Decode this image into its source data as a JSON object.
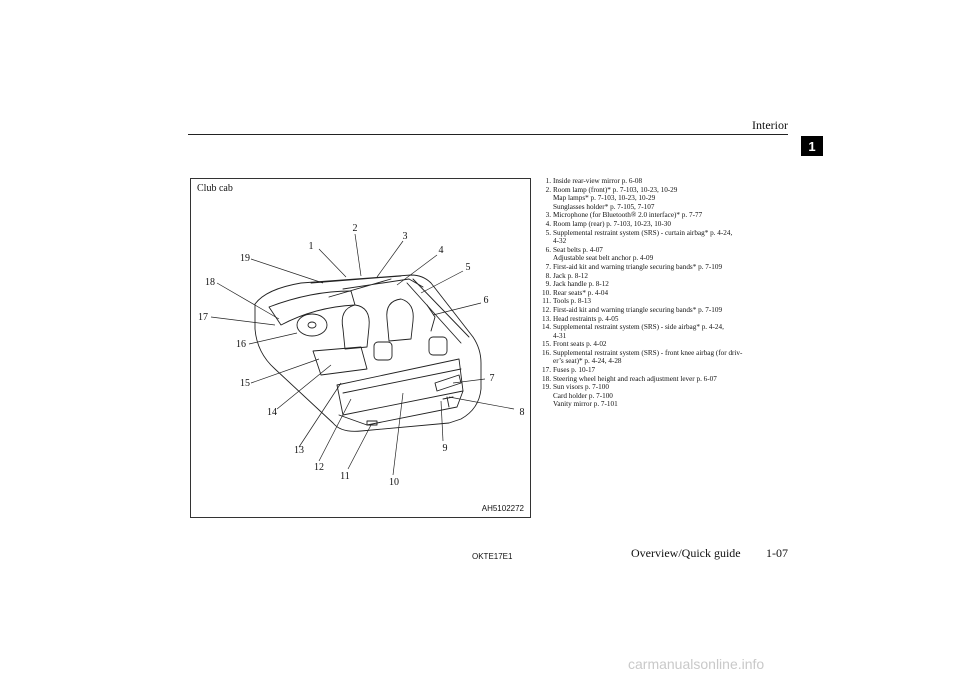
{
  "header": {
    "title": "Interior",
    "chapter_tab": "1"
  },
  "figure": {
    "title": "Club cab",
    "code": "AH5102272",
    "callouts": [
      "1",
      "2",
      "3",
      "4",
      "5",
      "6",
      "7",
      "8",
      "9",
      "10",
      "11",
      "12",
      "13",
      "14",
      "15",
      "16",
      "17",
      "18",
      "19"
    ]
  },
  "legend": {
    "items": [
      {
        "num": "1.",
        "lines": [
          "Inside rear-view mirror p. 6-08"
        ]
      },
      {
        "num": "2.",
        "lines": [
          "Room lamp (front)* p. 7-103, 10-23, 10-29",
          "Map lamps* p. 7-103, 10-23, 10-29",
          "Sunglasses holder* p. 7-105, 7-107"
        ]
      },
      {
        "num": "3.",
        "lines": [
          "Microphone (for Bluetooth® 2.0 interface)* p. 7-77"
        ]
      },
      {
        "num": "4.",
        "lines": [
          "Room lamp (rear) p. 7-103, 10-23, 10-30"
        ]
      },
      {
        "num": "5.",
        "lines": [
          "Supplemental restraint system (SRS) - curtain airbag* p. 4-24,",
          "4-32"
        ]
      },
      {
        "num": "6.",
        "lines": [
          "Seat belts p. 4-07",
          "Adjustable seat belt anchor p. 4-09"
        ]
      },
      {
        "num": "7.",
        "lines": [
          "First-aid kit and warning triangle securing bands* p. 7-109"
        ]
      },
      {
        "num": "8.",
        "lines": [
          "Jack p. 8-12"
        ]
      },
      {
        "num": "9.",
        "lines": [
          "Jack handle p. 8-12"
        ]
      },
      {
        "num": "10.",
        "lines": [
          "Rear seats* p. 4-04"
        ]
      },
      {
        "num": "11.",
        "lines": [
          "Tools p. 8-13"
        ]
      },
      {
        "num": "12.",
        "lines": [
          "First-aid kit and warning triangle securing bands* p. 7-109"
        ]
      },
      {
        "num": "13.",
        "lines": [
          "Head restraints p. 4-05"
        ]
      },
      {
        "num": "14.",
        "lines": [
          "Supplemental restraint system (SRS) - side airbag* p. 4-24,",
          "4-31"
        ]
      },
      {
        "num": "15.",
        "lines": [
          "Front seats p. 4-02"
        ]
      },
      {
        "num": "16.",
        "lines": [
          "Supplemental restraint system (SRS) - front knee airbag (for driv-",
          "er’s seat)* p. 4-24, 4-28"
        ]
      },
      {
        "num": "17.",
        "lines": [
          "Fuses p. 10-17"
        ]
      },
      {
        "num": "18.",
        "lines": [
          "Steering wheel height and reach adjustment lever p. 6-07"
        ]
      },
      {
        "num": "19.",
        "lines": [
          "Sun visors p. 7-100",
          "Card holder p. 7-100",
          "Vanity mirror p. 7-101"
        ]
      }
    ]
  },
  "footer": {
    "doc_code": "OKTE17E1",
    "section": "Overview/Quick guide",
    "page": "1-07"
  },
  "watermark": "carmanualsonline.info"
}
